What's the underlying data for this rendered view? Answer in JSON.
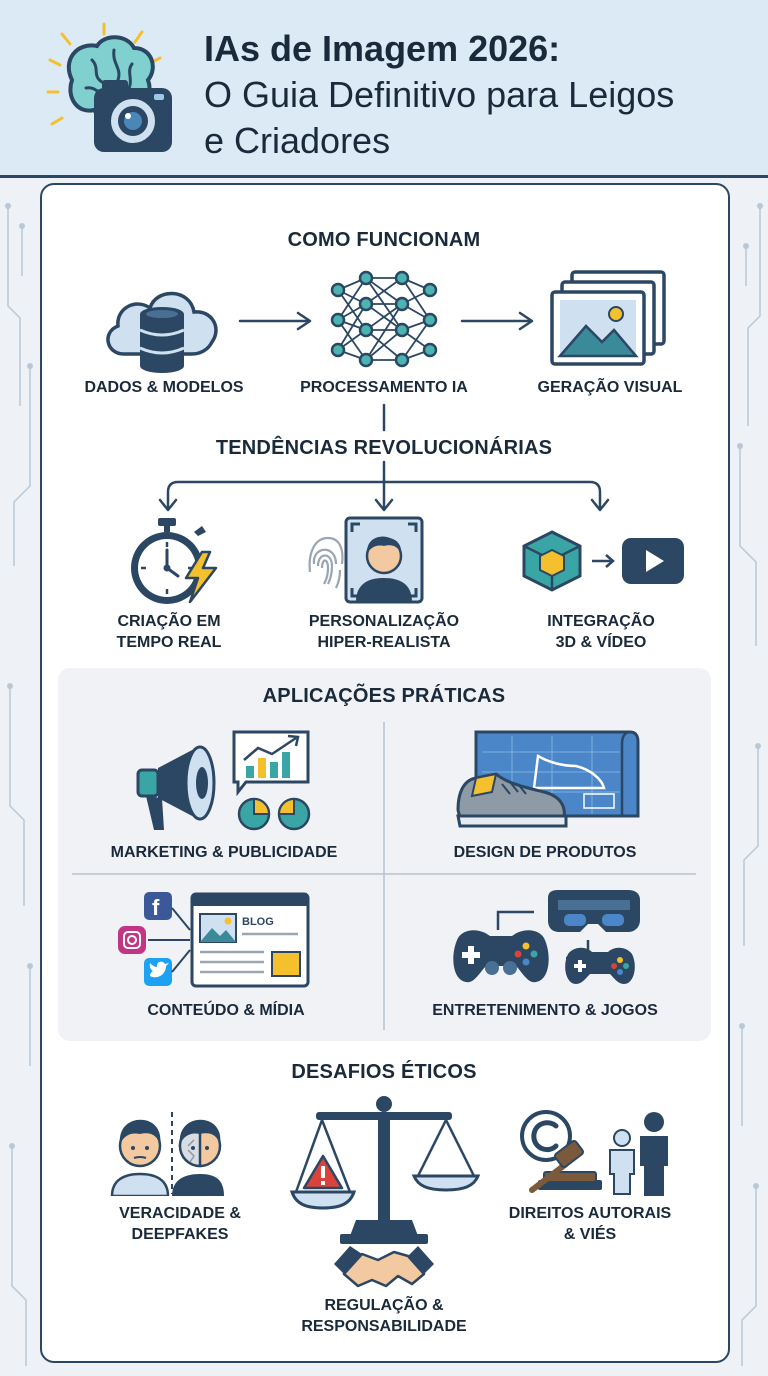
{
  "header": {
    "title_line1": "IAs de Imagem 2026:",
    "title_line2": "O Guia Definitivo para Leigos",
    "title_line3": "e Criadores"
  },
  "sections": {
    "how": {
      "title": "COMO FUNCIONAM",
      "steps": [
        {
          "label": "DADOS & MODELOS",
          "icon": "cloud-database-icon"
        },
        {
          "label": "PROCESSAMENTO IA",
          "icon": "neural-network-icon"
        },
        {
          "label": "GERAÇÃO VISUAL",
          "icon": "image-stack-icon"
        }
      ]
    },
    "trends": {
      "title": "TENDÊNCIAS REVOLUCIONÁRIAS",
      "items": [
        {
          "line1": "CRIAÇÃO EM",
          "line2": "TEMPO REAL",
          "icon": "stopwatch-lightning-icon"
        },
        {
          "line1": "PERSONALIZAÇÃO",
          "line2": "HIPER-REALISTA",
          "icon": "face-scan-fingerprint-icon"
        },
        {
          "line1": "INTEGRAÇÃO",
          "line2": "3D & VÍDEO",
          "icon": "cube-video-icon"
        }
      ]
    },
    "apps": {
      "title": "APLICAÇÕES PRÁTICAS",
      "items": [
        {
          "label": "MARKETING & PUBLICIDADE",
          "icon": "megaphone-chart-icon"
        },
        {
          "label": "DESIGN DE PRODUTOS",
          "icon": "sneaker-blueprint-icon"
        },
        {
          "label": "CONTEÚDO & MÍDIA",
          "icon": "social-blog-icon",
          "blog_text": "BLOG"
        },
        {
          "label": "ENTRETENIMENTO & JOGOS",
          "icon": "gamepad-vr-icon"
        }
      ]
    },
    "ethics": {
      "title": "DESAFIOS ÉTICOS",
      "items": [
        {
          "line1": "VERACIDADE &",
          "line2": "DEEPFAKES",
          "icon": "deepfake-faces-icon"
        },
        {
          "line1": "REGULAÇÃO &",
          "line2": "RESPONSABILIDADE",
          "icon": "scale-handshake-icon"
        },
        {
          "line1": "DIREITOS AUTORAIS",
          "line2": "& VIÉS",
          "icon": "copyright-gavel-icon"
        }
      ]
    }
  },
  "colors": {
    "navy": "#2b4763",
    "teal": "#3aa5a5",
    "light_blue": "#cfe0f0",
    "yellow": "#f5c02e",
    "red": "#d9433b",
    "header_bg": "#dceaf6"
  }
}
